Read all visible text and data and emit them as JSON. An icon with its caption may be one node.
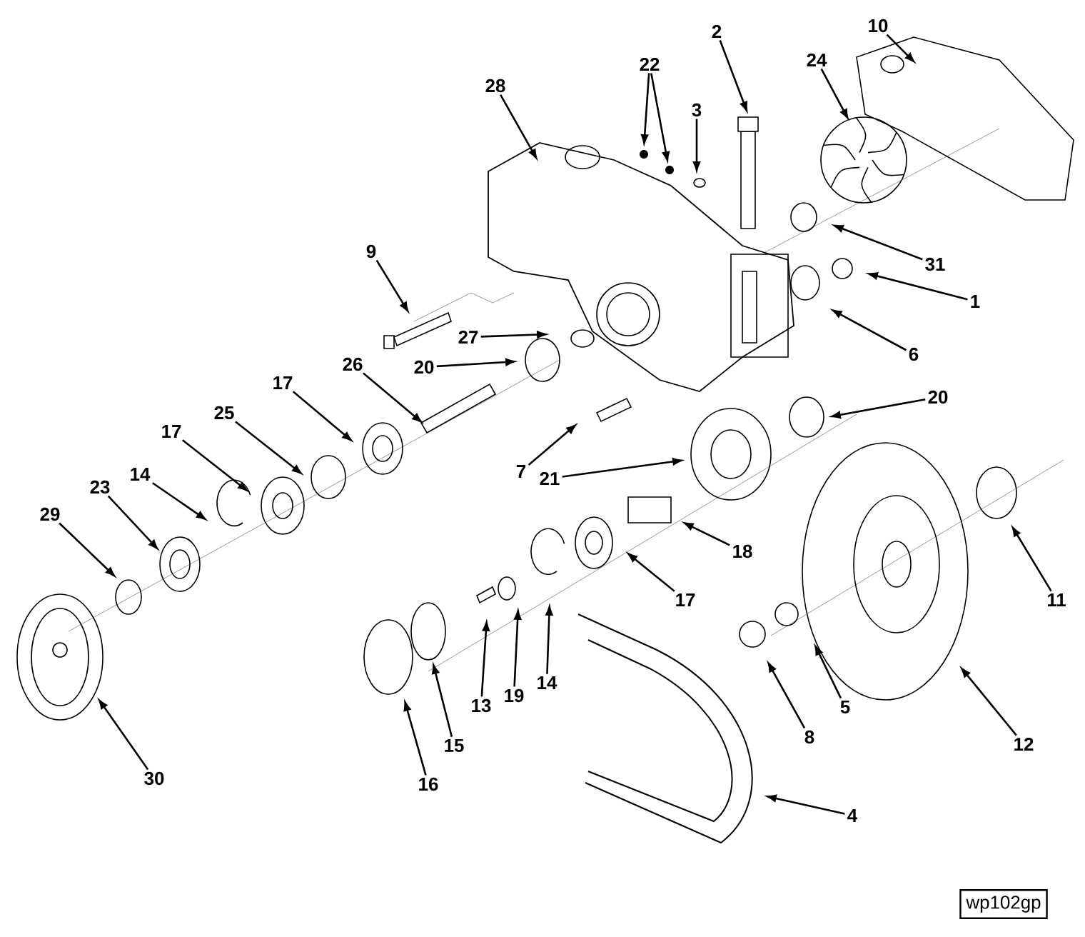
{
  "diagram": {
    "nodes": [
      {
        "text": [
          "10"
        ]
      },
      {
        "text": [
          "22"
        ]
      },
      {
        "text": [
          "2"
        ]
      },
      {
        "text": [
          "24"
        ]
      },
      {
        "text": [
          "28"
        ]
      },
      {
        "text": [
          "3"
        ]
      },
      {
        "text": [
          "9"
        ]
      },
      {
        "text": [
          "31"
        ]
      },
      {
        "text": [
          "1"
        ]
      },
      {
        "text": [
          "6"
        ]
      },
      {
        "text": [
          "27"
        ]
      },
      {
        "text": [
          "20"
        ]
      },
      {
        "text": [
          "26"
        ]
      },
      {
        "text": [
          "17"
        ]
      },
      {
        "text": [
          "20"
        ]
      },
      {
        "text": [
          "25"
        ]
      },
      {
        "text": [
          "17"
        ]
      },
      {
        "text": [
          "7"
        ]
      },
      {
        "text": [
          "21"
        ]
      },
      {
        "text": [
          "14"
        ]
      },
      {
        "text": [
          "23"
        ]
      },
      {
        "text": [
          "29"
        ]
      },
      {
        "text": [
          "18"
        ]
      },
      {
        "text": [
          "17"
        ]
      },
      {
        "text": [
          "11"
        ]
      },
      {
        "text": [
          "14"
        ]
      },
      {
        "text": [
          "19"
        ]
      },
      {
        "text": [
          "13"
        ]
      },
      {
        "text": [
          "5"
        ]
      },
      {
        "text": [
          "8"
        ]
      },
      {
        "text": [
          "15"
        ]
      },
      {
        "text": [
          "12"
        ]
      },
      {
        "text": [
          "16"
        ]
      },
      {
        "text": [
          "30"
        ]
      },
      {
        "text": [
          "4"
        ]
      },
      {
        "text": [
          "wp102gp"
        ]
      }
    ],
    "edges": [
      {
        "from": 0,
        "to": null,
        "arrow": "to"
      },
      {
        "from": 1,
        "to": null,
        "arrow": "to"
      },
      {
        "from": 1,
        "to": null,
        "arrow": "to"
      },
      {
        "from": 2,
        "to": null,
        "arrow": "to"
      },
      {
        "from": 3,
        "to": null,
        "arrow": "to"
      },
      {
        "from": 4,
        "to": null,
        "arrow": "to"
      },
      {
        "from": 5,
        "to": null,
        "arrow": "to"
      },
      {
        "from": 6,
        "to": null,
        "arrow": "to"
      },
      {
        "from": 7,
        "to": null,
        "arrow": "to"
      },
      {
        "from": 8,
        "to": null,
        "arrow": "to"
      },
      {
        "from": 9,
        "to": null,
        "arrow": "to"
      },
      {
        "from": 10,
        "to": null,
        "arrow": "to"
      },
      {
        "from": 11,
        "to": null,
        "arrow": "to"
      },
      {
        "from": 12,
        "to": null,
        "arrow": "to"
      },
      {
        "from": 13,
        "to": null,
        "arrow": "to"
      },
      {
        "from": 14,
        "to": null,
        "arrow": "to"
      },
      {
        "from": 15,
        "to": null,
        "arrow": "to"
      },
      {
        "from": 16,
        "to": null,
        "arrow": "to"
      },
      {
        "from": 17,
        "to": null,
        "arrow": "to"
      },
      {
        "from": 18,
        "to": null,
        "arrow": "to"
      },
      {
        "from": 19,
        "to": null,
        "arrow": "to"
      },
      {
        "from": 20,
        "to": null,
        "arrow": "to"
      },
      {
        "from": 21,
        "to": null,
        "arrow": "to"
      },
      {
        "from": 22,
        "to": null,
        "arrow": "to"
      },
      {
        "from": 23,
        "to": null,
        "arrow": "to"
      },
      {
        "from": 24,
        "to": null,
        "arrow": "to"
      },
      {
        "from": 25,
        "to": null,
        "arrow": "to"
      },
      {
        "from": 26,
        "to": null,
        "arrow": "to"
      },
      {
        "from": 27,
        "to": null,
        "arrow": "to"
      },
      {
        "from": 28,
        "to": null,
        "arrow": "to"
      },
      {
        "from": 29,
        "to": null,
        "arrow": "to"
      },
      {
        "from": 30,
        "to": null,
        "arrow": "to"
      },
      {
        "from": 31,
        "to": null,
        "arrow": "to"
      },
      {
        "from": 32,
        "to": null,
        "arrow": "to"
      },
      {
        "from": 33,
        "to": null,
        "arrow": "to"
      },
      {
        "from": 34,
        "to": null,
        "arrow": "to"
      }
    ]
  }
}
